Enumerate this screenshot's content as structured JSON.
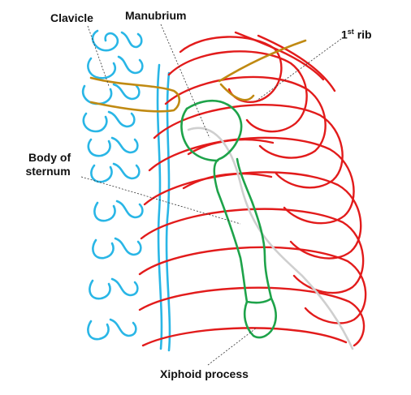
{
  "labels": {
    "clavicle": "Clavicle",
    "manubrium": "Manubrium",
    "first_rib_prefix": "1",
    "first_rib_sup": "st",
    "first_rib_suffix": " rib",
    "body_of_sternum_line1": "Body of",
    "body_of_sternum_line2": "sternum",
    "xiphoid_process": "Xiphoid process"
  },
  "colors": {
    "spine": "#29b6e6",
    "ribs": "#e21b1b",
    "clavicle": "#c08a12",
    "sternum": "#1ea34a",
    "cartilage": "#cfcfcf"
  }
}
